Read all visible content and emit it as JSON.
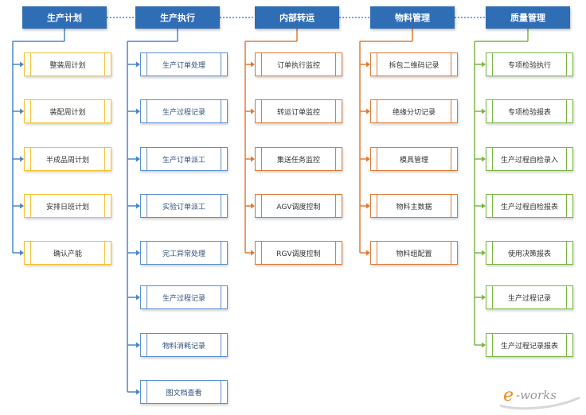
{
  "colors": {
    "header_bg": "#2f6db5",
    "col1": "#f2c230",
    "col2": "#5b8fd0",
    "col3": "#e07a35",
    "col4": "#e07a35",
    "col5": "#7cb744",
    "dotted": "#4a86c8"
  },
  "columns": [
    {
      "title": "生产计划",
      "items": [
        "整装周计划",
        "装配周计划",
        "半成品周计划",
        "安排日班计划",
        "确认产能"
      ]
    },
    {
      "title": "生产执行",
      "items": [
        "生产订单处理",
        "生产过程记录",
        "生产订单派工",
        "实验订单派工",
        "完工异常处理",
        "生产过程记录",
        "物料消耗记录",
        "图文档查看"
      ]
    },
    {
      "title": "内部转运",
      "items": [
        "订单执行监控",
        "转运订单监控",
        "集送任务监控",
        "AGV调度控制",
        "RGV调度控制"
      ]
    },
    {
      "title": "物料管理",
      "items": [
        "拆包二维码记录",
        "绝缘分切记录",
        "模具管理",
        "物料主数据",
        "物料组配置"
      ]
    },
    {
      "title": "质量管理",
      "items": [
        "专项检验执行",
        "专项检验报表",
        "生产过程自检录入",
        "生产过程自检报表",
        "使用决策报表",
        "生产过程记录",
        "生产过程记录报表"
      ]
    }
  ],
  "logo": {
    "text": "e-works"
  }
}
